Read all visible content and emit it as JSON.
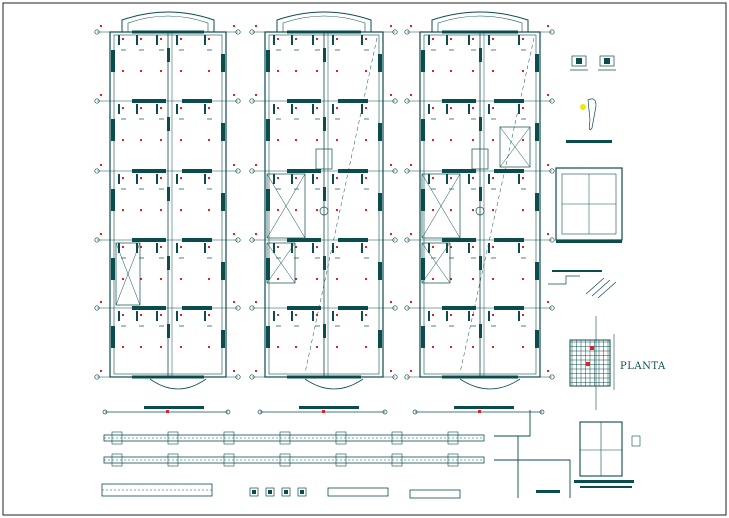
{
  "drawing": {
    "label_planta": "PLANTA",
    "ink_color": "#0b4d4d",
    "accent_color": "#e0202a",
    "marker_color": "#f0e800",
    "plans": [
      {
        "name": "plan-left"
      },
      {
        "name": "plan-middle"
      },
      {
        "name": "plan-right"
      }
    ]
  }
}
